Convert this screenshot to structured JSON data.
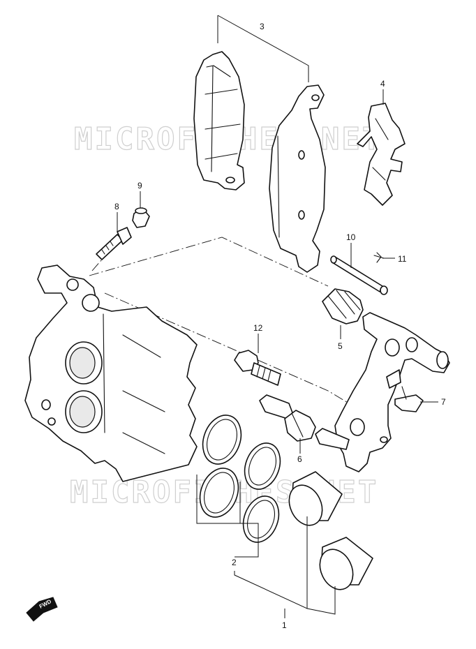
{
  "watermark": "MICROFICHES.NET",
  "fwd_label": "FWD",
  "callouts": {
    "c1": "1",
    "c2": "2",
    "c3": "3",
    "c4": "4",
    "c5": "5",
    "c6": "6",
    "c7": "7",
    "c8": "8",
    "c9": "9",
    "c10": "10",
    "c11": "11",
    "c12": "12"
  },
  "colors": {
    "ink": "#111111",
    "watermark": "#cfcfcf",
    "background": "#ffffff"
  }
}
